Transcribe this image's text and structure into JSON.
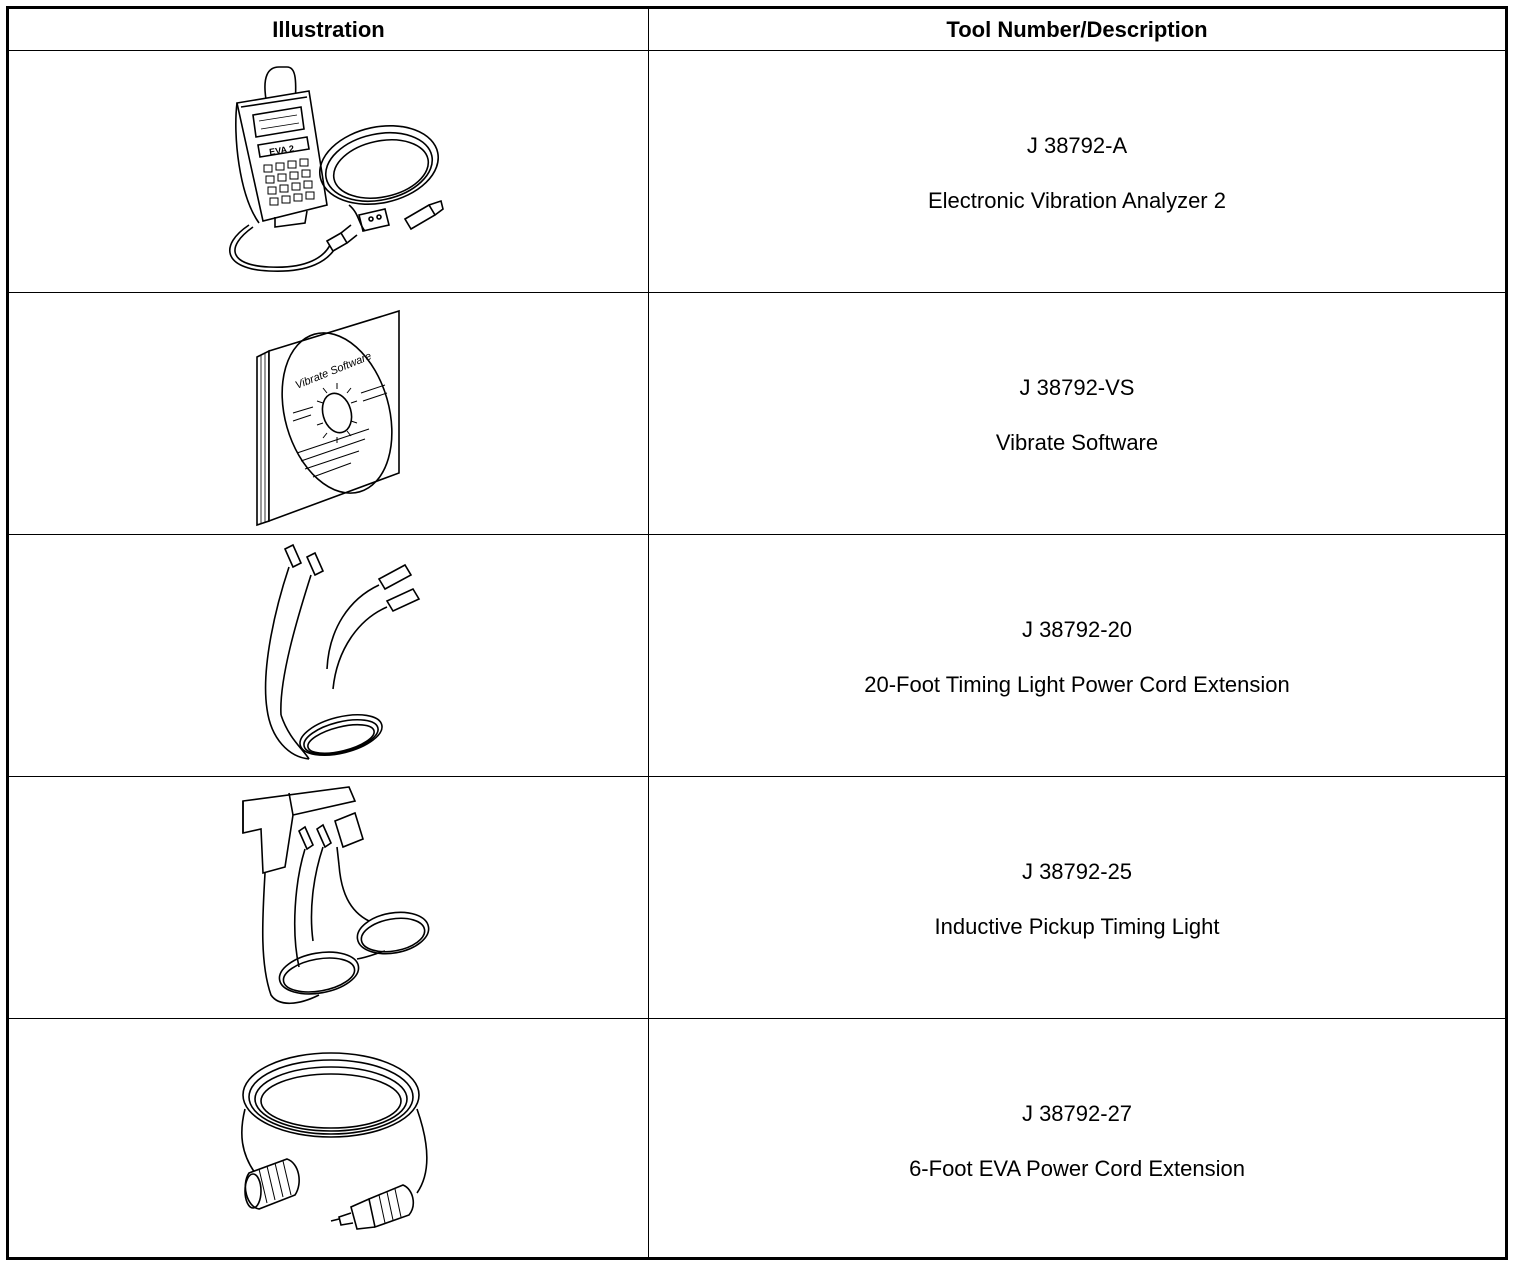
{
  "table": {
    "headers": {
      "illustration": "Illustration",
      "tool": "Tool Number/Description"
    },
    "rows": [
      {
        "tool_number": "J 38792-A",
        "description": "Electronic Vibration Analyzer 2",
        "illustration_icon": "vibration-analyzer-icon",
        "illustration_text": "EVA 2"
      },
      {
        "tool_number": "J 38792-VS",
        "description": "Vibrate Software",
        "illustration_icon": "software-cd-case-icon",
        "illustration_text": "Vibrate Software"
      },
      {
        "tool_number": "J 38792-20",
        "description": "20-Foot Timing Light Power Cord Extension",
        "illustration_icon": "power-cord-extension-icon"
      },
      {
        "tool_number": "J 38792-25",
        "description": "Inductive Pickup Timing Light",
        "illustration_icon": "timing-light-icon"
      },
      {
        "tool_number": "J 38792-27",
        "description": "6-Foot EVA Power Cord Extension",
        "illustration_icon": "coiled-cord-icon"
      }
    ]
  }
}
